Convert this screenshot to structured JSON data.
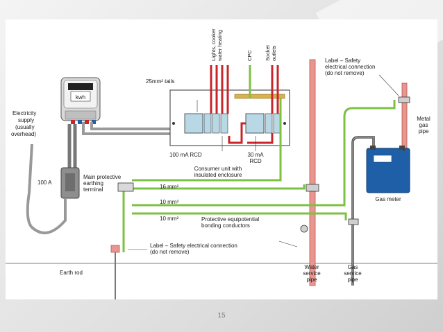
{
  "slide": {
    "page_number": "15"
  },
  "meter": {
    "display": "kwh"
  },
  "labels": {
    "supply": [
      "Electricity",
      "supply",
      "(usually",
      "overhead)"
    ],
    "fuse": "100 A",
    "tails": "25mm² tails",
    "circuits_lights": [
      "Lights, cooker",
      "water heating"
    ],
    "circuits_cpc": "CPC",
    "circuits_socket": [
      "Socket",
      "outlets"
    ],
    "rcd_100": "100 mA RCD",
    "rcd_30": [
      "30 mA",
      "RCD"
    ],
    "consumer_unit": [
      "Consumer unit with",
      "insulated enclosure"
    ],
    "mpet": [
      "Main protective",
      "earthing",
      "terminal"
    ],
    "wire_16": "16 mm²",
    "wire_10a": "10 mm²",
    "wire_10b": "10 mm²",
    "bonding": [
      "Protective equipotential",
      "bonding conductors"
    ],
    "label_bottom": [
      "Label – Safety electrical connection",
      "(do not remove)"
    ],
    "label_top": [
      "Label – Safety",
      "electrical connection",
      "(do not remove)"
    ],
    "metal_gas_pipe": [
      "Metal",
      "gas",
      "pipe"
    ],
    "gas_meter": "Gas meter",
    "earth_rod": "Earth rod",
    "water_pipe": [
      "Water",
      "service",
      "pipe"
    ],
    "gas_pipe": [
      "Gas",
      "service",
      "pipe"
    ]
  },
  "colors": {
    "copper": "#e8968f",
    "copper_dark": "#b8554f",
    "live_red": "#c8242a",
    "green_yellow": "#7cc242",
    "cable_grey": "#9a9a9a",
    "rcd_blue": "#b9d8e6",
    "gas_meter_blue": "#1f5fa8"
  }
}
